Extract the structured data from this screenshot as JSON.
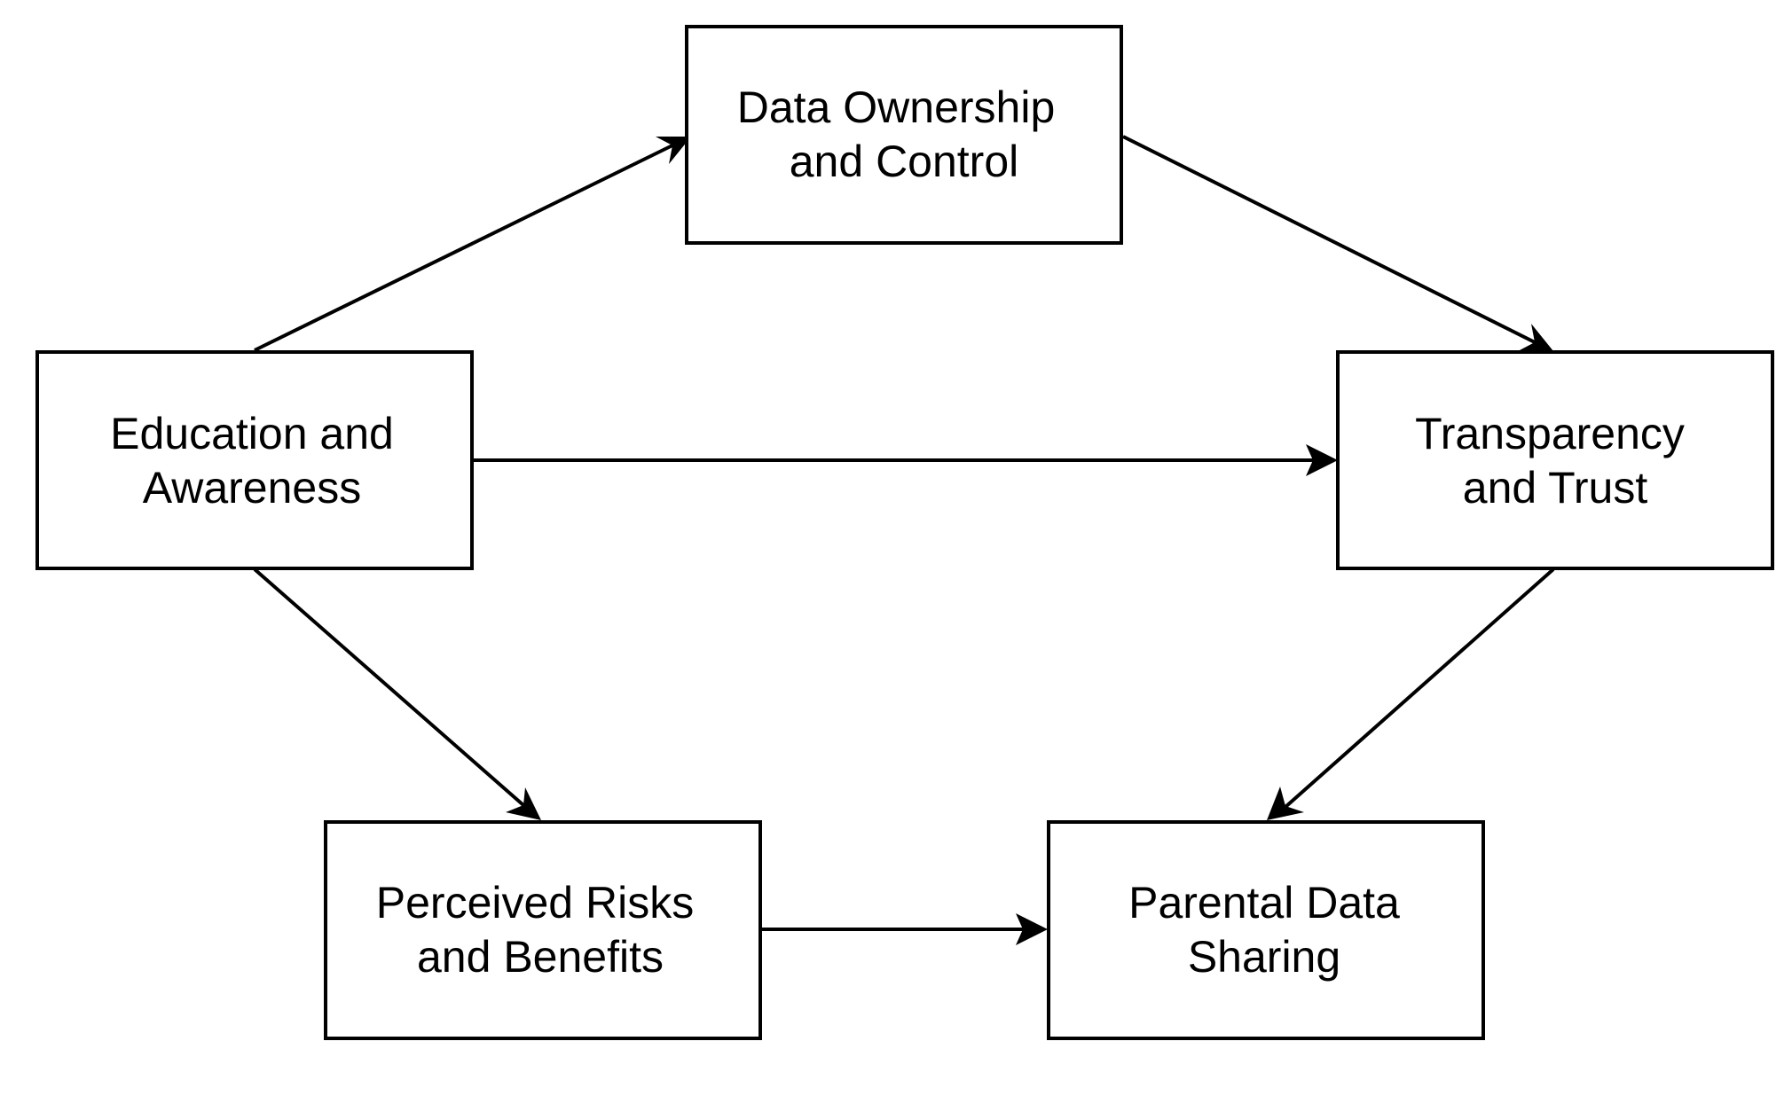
{
  "diagram": {
    "nodes": [
      {
        "id": "ownership",
        "lines": [
          "Data Ownership",
          "and Control"
        ]
      },
      {
        "id": "education",
        "lines": [
          "Education and",
          "Awareness"
        ]
      },
      {
        "id": "transparency",
        "lines": [
          "Transparency",
          "and Trust"
        ]
      },
      {
        "id": "risks",
        "lines": [
          "Perceived Risks",
          "and Benefits"
        ]
      },
      {
        "id": "sharing",
        "lines": [
          "Parental Data",
          "Sharing"
        ]
      }
    ],
    "edges": [
      {
        "from": "education",
        "to": "ownership"
      },
      {
        "from": "ownership",
        "to": "transparency"
      },
      {
        "from": "education",
        "to": "transparency"
      },
      {
        "from": "education",
        "to": "risks"
      },
      {
        "from": "transparency",
        "to": "sharing"
      },
      {
        "from": "risks",
        "to": "sharing"
      }
    ],
    "colors": {
      "stroke": "#000000",
      "background": "#ffffff"
    }
  }
}
